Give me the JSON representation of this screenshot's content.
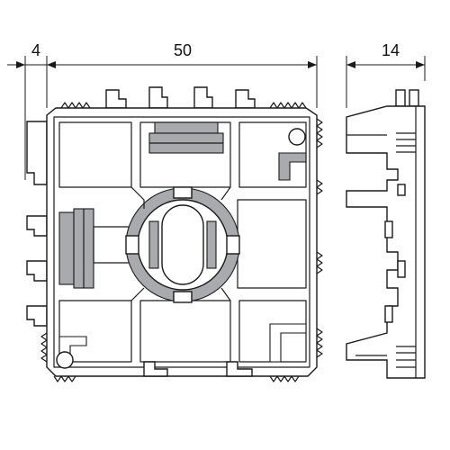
{
  "dimensions": {
    "left_margin": "4",
    "width": "50",
    "depth": "14"
  },
  "colors": {
    "line": "#1a1a1a",
    "fill": "#a8aaad",
    "background": "#ffffff"
  }
}
